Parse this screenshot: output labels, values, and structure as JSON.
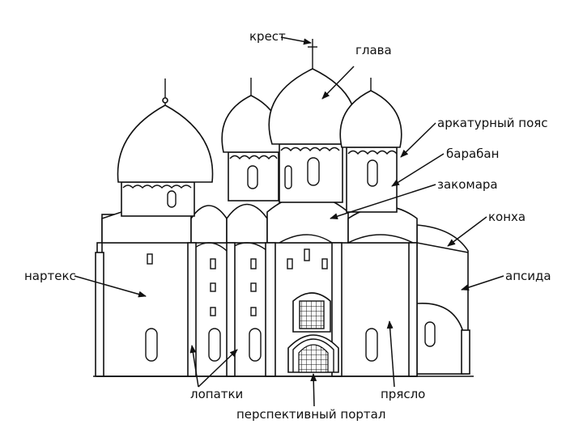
{
  "labels": {
    "krest": "крест",
    "glava": "глава",
    "arkaturny_poyas": "аркатурный пояс",
    "baraban": "барабан",
    "zakomara": "закомара",
    "konkha": "конха",
    "narteks": "нартекс",
    "apsida": "апсида",
    "lopatki": "лопатки",
    "pryaslo": "прясло",
    "portal": "перспективный портал"
  }
}
